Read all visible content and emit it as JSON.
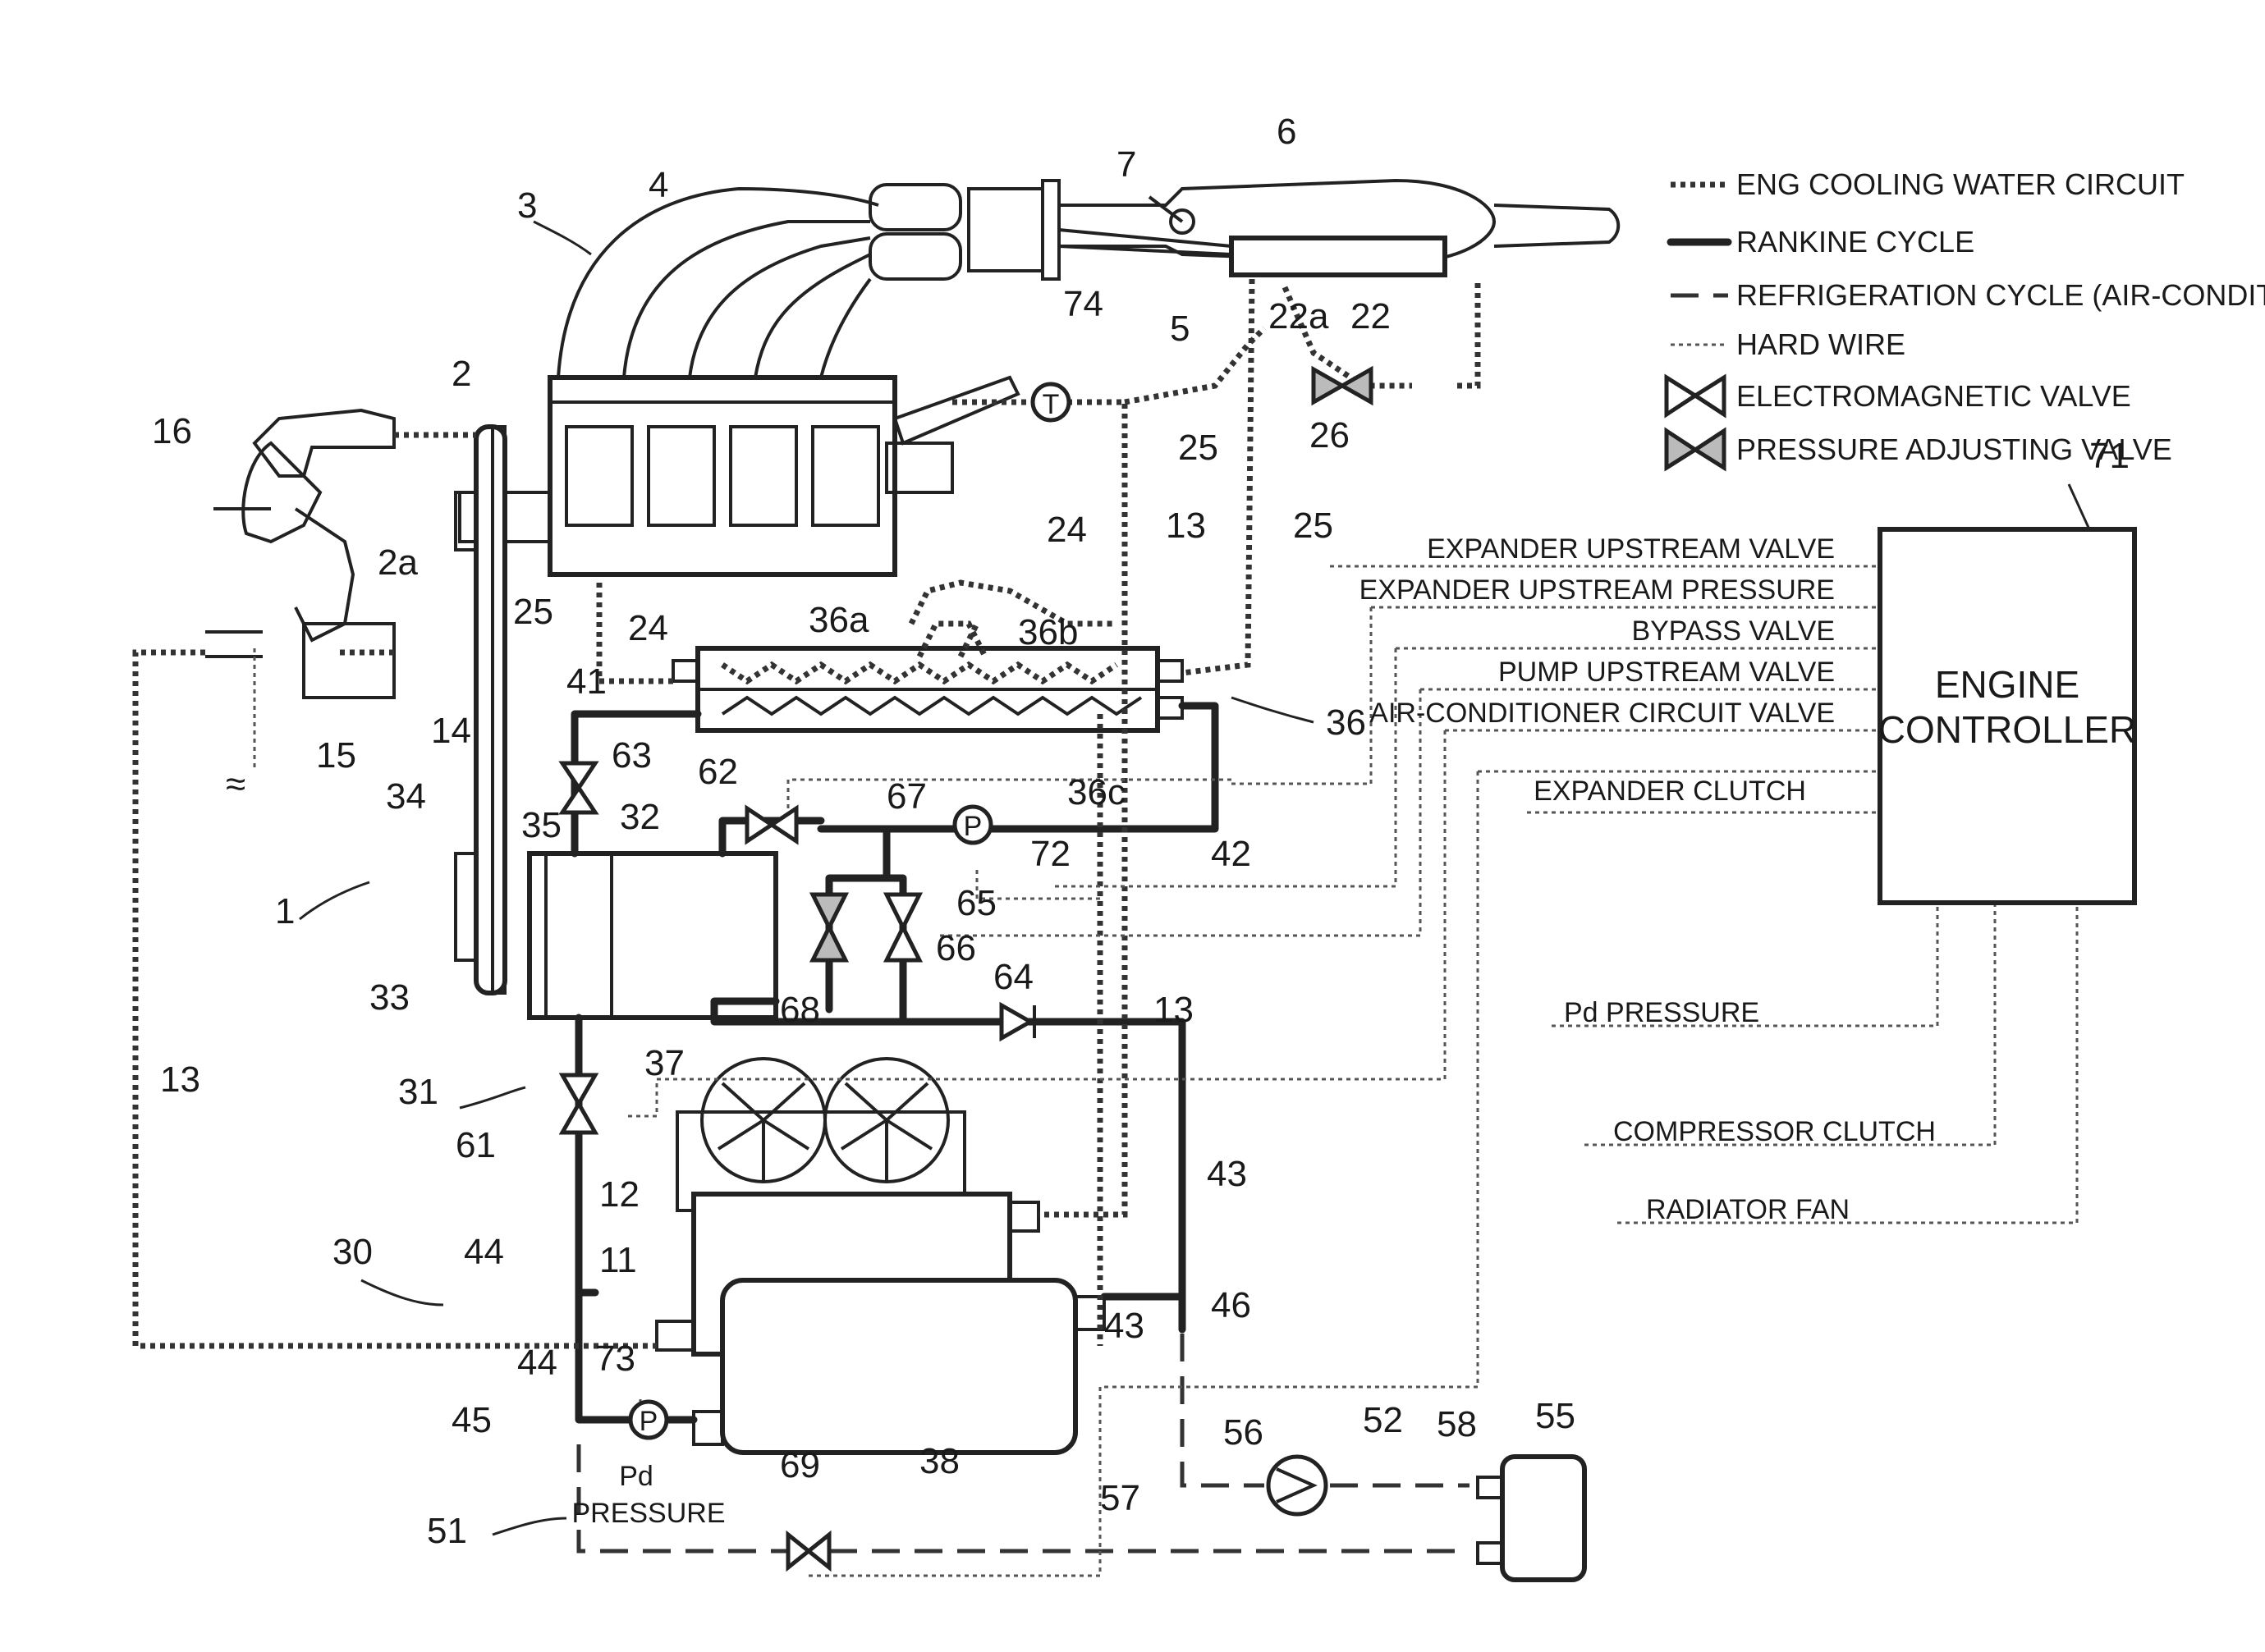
{
  "legend": {
    "eng_cooling": "ENG COOLING WATER CIRCUIT",
    "rankine": "RANKINE CYCLE",
    "refrigeration": "REFRIGERATION CYCLE (AIR-CONDITIONER)",
    "hard_wire": "HARD WIRE",
    "electromagnetic_valve": "ELECTROMAGNETIC VALVE",
    "pressure_adjusting_valve": "PRESSURE ADJUSTING VALVE"
  },
  "controller": {
    "line1": "ENGINE",
    "line2": "CONTROLLER",
    "ref": "71"
  },
  "signals": {
    "expander_upstream_valve": "EXPANDER UPSTREAM VALVE",
    "expander_upstream_pressure": "EXPANDER UPSTREAM PRESSURE",
    "bypass_valve": "BYPASS VALVE",
    "pump_upstream_valve": "PUMP UPSTREAM VALVE",
    "air_conditioner_circuit_valve": "AIR-CONDITIONER CIRCUIT VALVE",
    "expander_clutch": "EXPANDER CLUTCH",
    "pd_pressure": "Pd PRESSURE",
    "compressor_clutch": "COMPRESSOR CLUTCH",
    "radiator_fan": "RADIATOR FAN"
  },
  "sensors": {
    "temperature": "T",
    "pressure": "P"
  },
  "pd_label": {
    "line1": "Pd",
    "line2": "PRESSURE"
  },
  "refs": {
    "r1": "1",
    "r2": "2",
    "r2a": "2a",
    "r3": "3",
    "r4": "4",
    "r5": "5",
    "r6": "6",
    "r7": "7",
    "r11": "11",
    "r12": "12",
    "r13": "13",
    "r14": "14",
    "r15": "15",
    "r16": "16",
    "r22": "22",
    "r22a": "22a",
    "r24": "24",
    "r25": "25",
    "r26": "26",
    "r30": "30",
    "r31": "31",
    "r32": "32",
    "r33": "33",
    "r34": "34",
    "r35": "35",
    "r36": "36",
    "r36a": "36a",
    "r36b": "36b",
    "r36c": "36c",
    "r37": "37",
    "r38": "38",
    "r41": "41",
    "r42": "42",
    "r43": "43",
    "r44": "44",
    "r45": "45",
    "r46": "46",
    "r51": "51",
    "r52": "52",
    "r55": "55",
    "r56": "56",
    "r57": "57",
    "r58": "58",
    "r61": "61",
    "r62": "62",
    "r63": "63",
    "r64": "64",
    "r65": "65",
    "r66": "66",
    "r67": "67",
    "r68": "68",
    "r69": "69",
    "r72": "72",
    "r73": "73",
    "r74": "74"
  }
}
